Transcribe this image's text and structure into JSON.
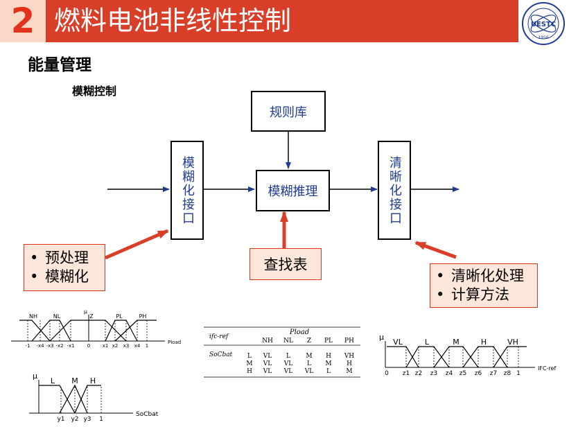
{
  "header": {
    "number": "2",
    "title": "燃料电池非线性控制"
  },
  "section_title": "能量管理",
  "subsection_title": "模糊控制",
  "blocks": {
    "rule_base": "规则库",
    "fuzzify": "模糊化接口",
    "inference": "模糊推理",
    "defuzzify": "清晰化接口"
  },
  "notes": {
    "left": [
      "预处理",
      "模糊化"
    ],
    "center": "查找表",
    "right": [
      "清晰化处理",
      "计算方法"
    ]
  },
  "mf_pload": {
    "mu": "μ",
    "sets": [
      "NH",
      "NL",
      "Z",
      "PL",
      "PH"
    ],
    "ticks": [
      "-1",
      "-x4",
      "-x3",
      "-x2",
      "-x1",
      "0",
      "x1",
      "x2",
      "x3",
      "x4",
      "1"
    ],
    "axis": "Pload"
  },
  "mf_soc": {
    "mu": "μ",
    "sets": [
      "L",
      "M",
      "H"
    ],
    "ticks": [
      "y1",
      "y2",
      "y3",
      "1"
    ],
    "axis": "SoCbat"
  },
  "mf_ifc": {
    "mu": "μ",
    "sets": [
      "VL",
      "L",
      "M",
      "H",
      "VH"
    ],
    "ticks": [
      "0",
      "z1",
      "z2",
      "z3",
      "z4",
      "z5",
      "z6",
      "z7",
      "z8",
      "1"
    ],
    "axis": "IFC-ref"
  },
  "rule_table": {
    "corner": "ifc-ref",
    "col_header": "Pload",
    "row_header": "SoCbat",
    "columns": [
      "NH",
      "NL",
      "Z",
      "PL",
      "PH"
    ],
    "rows": [
      {
        "label": "L",
        "cells": [
          "VL",
          "L",
          "M",
          "H",
          "VH"
        ]
      },
      {
        "label": "M",
        "cells": [
          "VL",
          "VL",
          "L",
          "M",
          "H"
        ]
      },
      {
        "label": "H",
        "cells": [
          "VL",
          "VL",
          "VL",
          "L",
          "M"
        ]
      }
    ]
  },
  "colors": {
    "accent_red": "#d93f28",
    "header_pink": "#f9d9c5",
    "arrow_blue": "#1f3a93",
    "note_fill": "#fde6da"
  }
}
